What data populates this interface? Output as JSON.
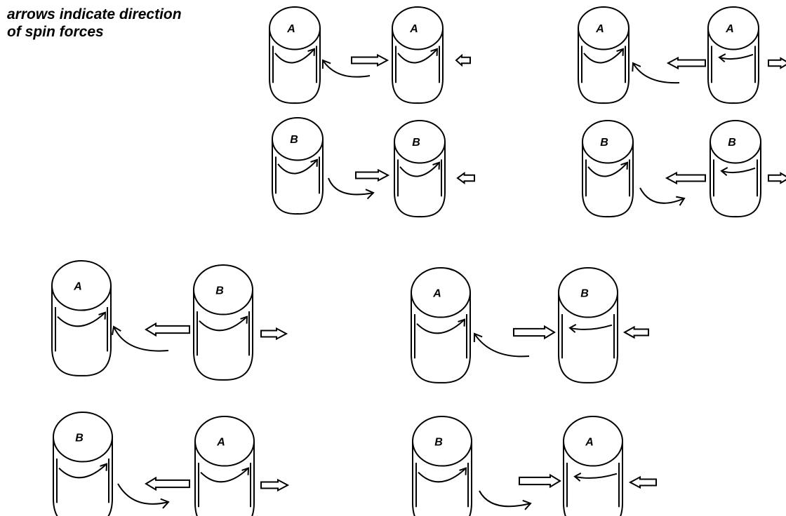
{
  "caption": {
    "line1": "arrows indicate direction",
    "line2": "of spin forces"
  },
  "colors": {
    "stroke": "#000000",
    "background": "#ffffff"
  },
  "rows": [
    {
      "id": "top-row-1",
      "cylinders": [
        "A",
        "A",
        "A",
        "A"
      ]
    },
    {
      "id": "top-row-2",
      "cylinders": [
        "B",
        "B",
        "B",
        "B"
      ]
    },
    {
      "id": "bottom-row-1",
      "cylinders": [
        "A",
        "B",
        "A",
        "B"
      ]
    },
    {
      "id": "bottom-row-2",
      "cylinders": [
        "B",
        "A",
        "B",
        "A"
      ]
    }
  ],
  "icons": [
    "cylinder-icon",
    "spin-arrow-icon",
    "curved-arrow-icon",
    "block-arrow-icon"
  ]
}
